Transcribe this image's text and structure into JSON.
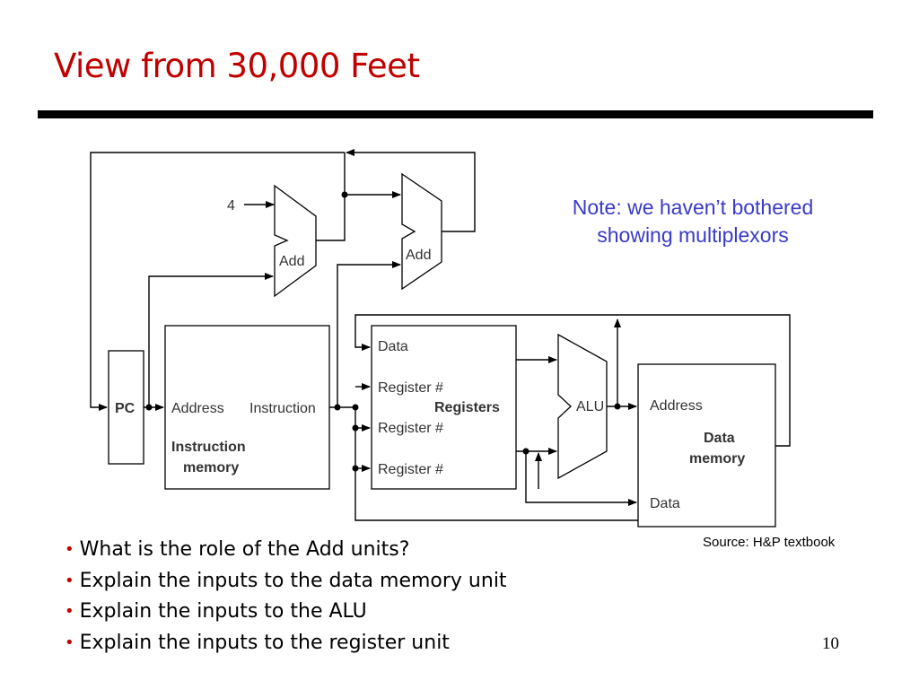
{
  "slide": {
    "title": "View from 30,000 Feet",
    "accent_color": "#c00000",
    "note_lines": [
      "Note: we haven’t bothered",
      "showing multiplexors"
    ],
    "note_color": "#3a3ac8",
    "source": "Source: H&P textbook",
    "page_number": "10"
  },
  "diagram": {
    "constant_four": "4",
    "adder1_label": "Add",
    "adder2_label": "Add",
    "pc_label": "PC",
    "imem": {
      "address": "Address",
      "instruction": "Instruction",
      "name_line1": "Instruction",
      "name_line2": "memory"
    },
    "registers": {
      "data": "Data",
      "reg1": "Register #",
      "reg2": "Register #",
      "reg3": "Register #",
      "name": "Registers"
    },
    "alu_label": "ALU",
    "dmem": {
      "address": "Address",
      "name_line1": "Data",
      "name_line2": "memory",
      "data": "Data"
    }
  },
  "bullets": [
    "What is the role of the Add units?",
    "Explain the inputs to the data memory unit",
    "Explain the inputs to the ALU",
    "Explain the inputs to the register unit"
  ]
}
